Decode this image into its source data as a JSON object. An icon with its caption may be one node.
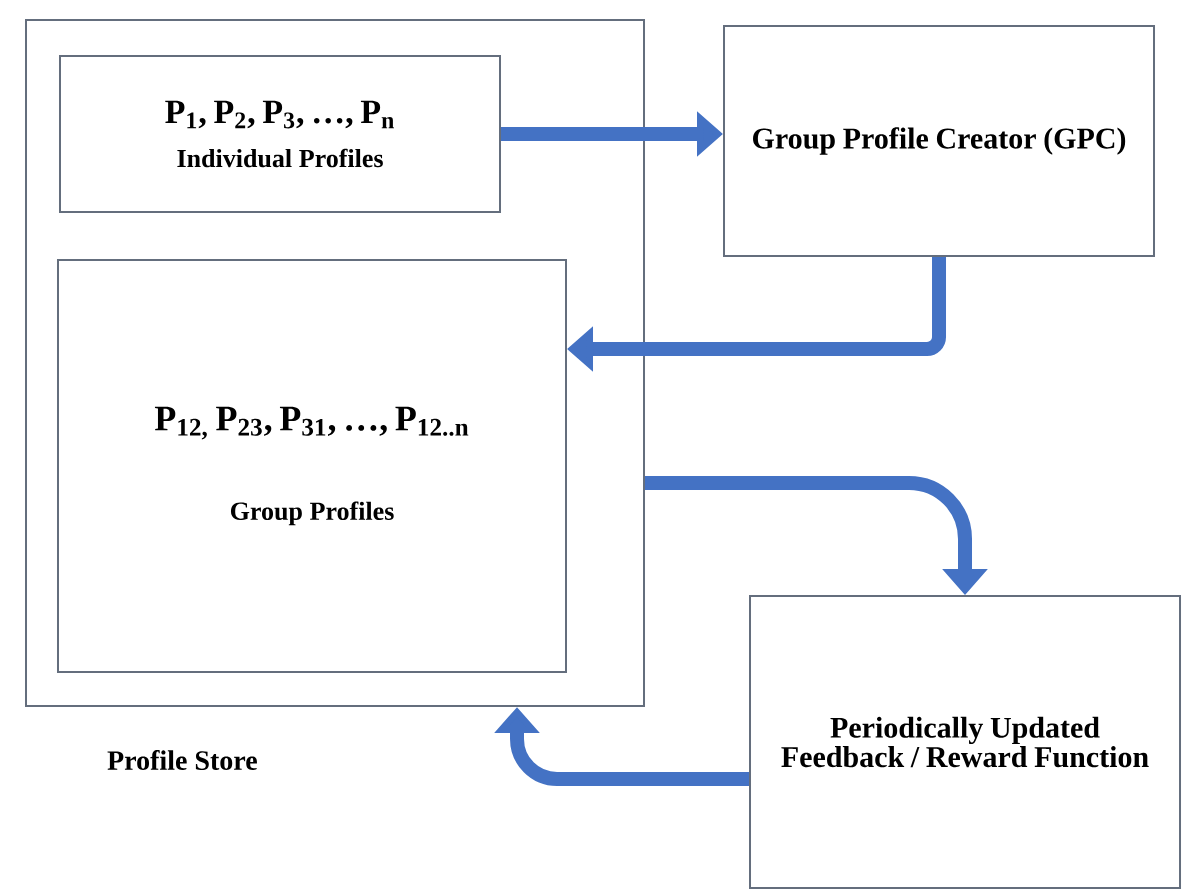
{
  "diagram": {
    "nodes": [
      {
        "text": [
          "Profile Store"
        ]
      },
      {
        "text": [
          "P$_{1}$, P$_{2}$, P$_{3}$, …, P$_{n}$",
          "Individual Profiles"
        ],
        "in": 0
      },
      {
        "text": [
          "P$_{12,}$ P$_{23}$, P$_{31}$, …, P$_{12..n}$",
          "Group Profiles"
        ],
        "in": 0
      },
      {
        "text": [
          "Group Profile Creator (GPC)"
        ]
      },
      {
        "text": [
          "Periodically Updated Feedback / Reward Function"
        ]
      }
    ],
    "edges": [
      {
        "from": 1,
        "to": 3,
        "arrow": "to"
      },
      {
        "from": 3,
        "to": 2,
        "arrow": "to"
      },
      {
        "from": 0,
        "to": 4,
        "arrow": "to"
      },
      {
        "from": 4,
        "to": 0,
        "arrow": "to"
      }
    ]
  }
}
